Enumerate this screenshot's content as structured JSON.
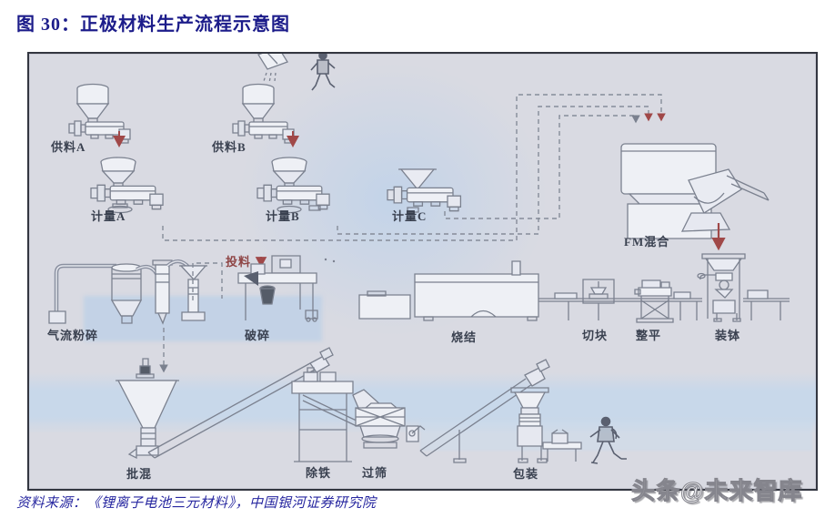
{
  "figure": {
    "title": "图 30：正极材料生产流程示意图"
  },
  "source": {
    "prefix": "资料来源：",
    "text": "《锂离子电池三元材料》，中国银河证券研究院"
  },
  "watermark": "头条@未来智库",
  "diagram": {
    "labels": {
      "feed_a": "供料A",
      "feed_b": "供料B",
      "meter_a": "计量A",
      "meter_b": "计量B",
      "meter_c": "计量C",
      "fm_mix": "FM混合",
      "jet_mill": "气流粉碎",
      "feeding": "投料",
      "crush": "破碎",
      "sinter": "烧结",
      "cut": "切块",
      "level": "整平",
      "sagger": "装钵",
      "batch_mix": "批混",
      "de_iron": "除铁",
      "sieve": "过筛",
      "pack": "包装"
    }
  },
  "colors": {
    "title_navy": "#1c1c8a",
    "source_navy": "#2727a0",
    "panel_bg": "#d9dae2",
    "line_gray": "#7b818f",
    "label_dark": "#3a4150",
    "arrow_red": "#a04848",
    "watermark_blue": "#a4c8ec"
  }
}
